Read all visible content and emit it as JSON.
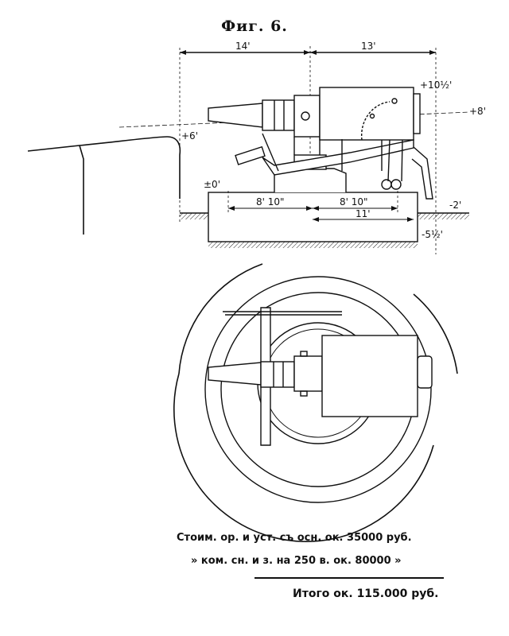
{
  "figure": {
    "title": "Фиг. 6."
  },
  "side_view": {
    "dims": {
      "left_width": "14'",
      "right_width": "13'",
      "top_level": "+10½'",
      "axis_level": "+8'",
      "parapet_level": "+6'",
      "zero_level": "±0'",
      "ground_level": "-2'",
      "base_level": "-5½'",
      "left_span": "8' 10\"",
      "right_span": "8' 10\"",
      "foundation": "11'"
    }
  },
  "costs": {
    "line1": "Стоим. ор. и уст. съ осн. ок. 35000 руб.",
    "line2": "» ком. сн. и з. на 250 в. ок. 80000 »",
    "total": "Итого ок. 115.000 руб."
  }
}
